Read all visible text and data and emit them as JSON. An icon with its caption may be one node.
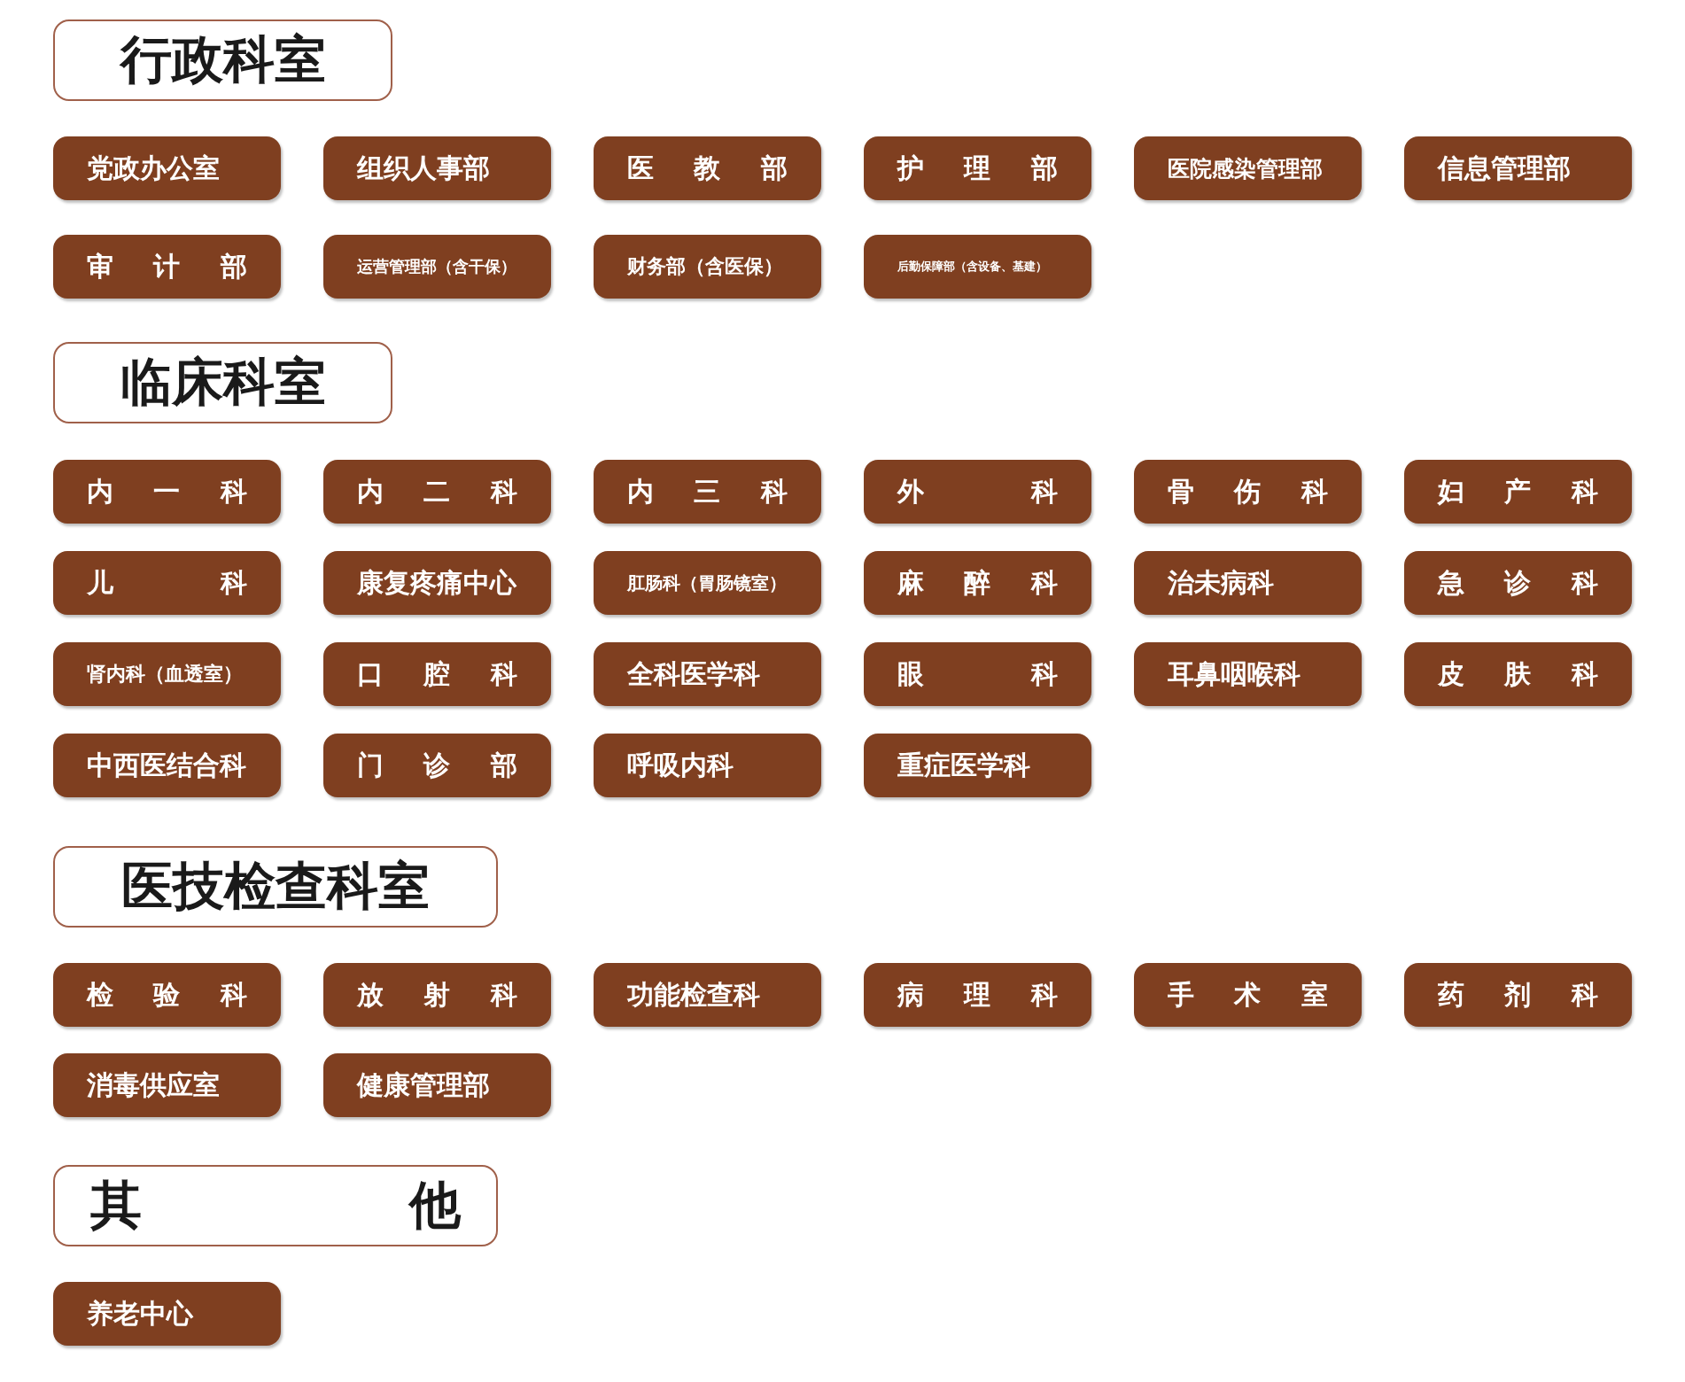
{
  "diagram": {
    "nodes": [
      {
        "text": [
          "行政科室"
        ]
      },
      {
        "text": [
          "党政办公室"
        ]
      },
      {
        "text": [
          "组织人事部"
        ]
      },
      {
        "text": [
          "医 教 部"
        ]
      },
      {
        "text": [
          "护 理 部"
        ]
      },
      {
        "text": [
          "医院感染管理部"
        ]
      },
      {
        "text": [
          "信息管理部"
        ]
      },
      {
        "text": [
          "审 计 部"
        ]
      },
      {
        "text": [
          "运营管理部（含干保）"
        ]
      },
      {
        "text": [
          "财务部（含医保）"
        ]
      },
      {
        "text": [
          "后勤保障部（含设备、基建）"
        ]
      },
      {
        "text": [
          "临床科室"
        ]
      },
      {
        "text": [
          "内 一 科"
        ]
      },
      {
        "text": [
          "内 二 科"
        ]
      },
      {
        "text": [
          "内 三 科"
        ]
      },
      {
        "text": [
          "外 科"
        ]
      },
      {
        "text": [
          "骨 伤 科"
        ]
      },
      {
        "text": [
          "妇 产 科"
        ]
      },
      {
        "text": [
          "儿 科"
        ]
      },
      {
        "text": [
          "康复疼痛中心"
        ]
      },
      {
        "text": [
          "肛肠科（胃肠镜室）"
        ]
      },
      {
        "text": [
          "麻 醉 科"
        ]
      },
      {
        "text": [
          "治未病科"
        ]
      },
      {
        "text": [
          "急 诊 科"
        ]
      },
      {
        "text": [
          "肾内科（血透室）"
        ]
      },
      {
        "text": [
          "口 腔 科"
        ]
      },
      {
        "text": [
          "全科医学科"
        ]
      },
      {
        "text": [
          "眼 科"
        ]
      },
      {
        "text": [
          "耳鼻咽喉科"
        ]
      },
      {
        "text": [
          "皮 肤 科"
        ]
      },
      {
        "text": [
          "中西医结合科"
        ]
      },
      {
        "text": [
          "门 诊 部"
        ]
      },
      {
        "text": [
          "呼吸内科"
        ]
      },
      {
        "text": [
          "重症医学科"
        ]
      },
      {
        "text": [
          "医技检查科室"
        ]
      },
      {
        "text": [
          "检 验 科"
        ]
      },
      {
        "text": [
          "放 射 科"
        ]
      },
      {
        "text": [
          "功能检查科"
        ]
      },
      {
        "text": [
          "病 理 科"
        ]
      },
      {
        "text": [
          "手 术 室"
        ]
      },
      {
        "text": [
          "药 剂 科"
        ]
      },
      {
        "text": [
          "消毒供应室"
        ]
      },
      {
        "text": [
          "健康管理部"
        ]
      },
      {
        "text": [
          "其 他"
        ]
      },
      {
        "text": [
          "养老中心"
        ]
      }
    ]
  }
}
